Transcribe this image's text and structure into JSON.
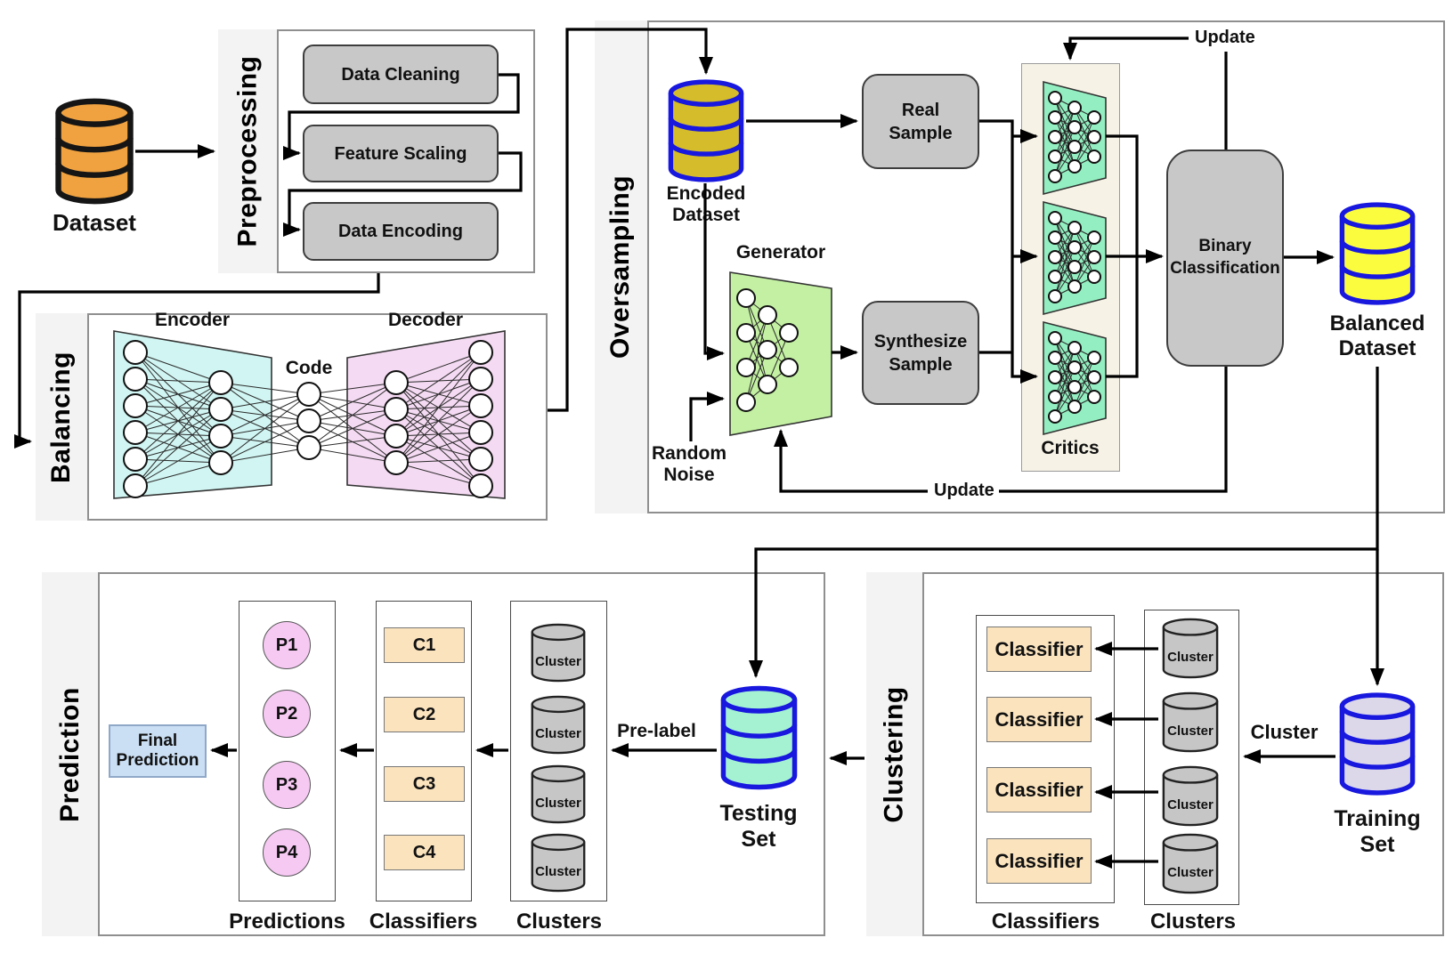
{
  "colors": {
    "dataset_orange": "#F0A240",
    "encoded_gold": "#D4BC2B",
    "balanced_yellow": "#FCFC3F",
    "testing_mint": "#A5F2D2",
    "training_lavender": "#DCD8EA",
    "cylinder_blue_outline": "#1818DF",
    "cluster_gray": "#C6C6C6",
    "process_gray": "#C8C8C8",
    "encoder_cyan": "#D0F5F2",
    "decoder_pink": "#F4DAF2",
    "generator_green": "#C3F0A2",
    "critic_mint": "#93EFC1",
    "critics_panel_cream": "#F6F3E6",
    "classifier_tan": "#FAE3BD",
    "prediction_pink": "#F6C9F3",
    "final_prediction_blue": "#CBDFF4"
  },
  "dataset": {
    "label": "Dataset"
  },
  "preprocessing": {
    "title": "Preprocessing",
    "steps": [
      "Data Cleaning",
      "Feature Scaling",
      "Data Encoding"
    ]
  },
  "balancing": {
    "title": "Balancing",
    "encoder_label": "Encoder",
    "code_label": "Code",
    "decoder_label": "Decoder"
  },
  "oversampling": {
    "title": "Oversampling",
    "encoded_dataset_label": "Encoded Dataset",
    "generator_label": "Generator",
    "random_noise_label": "Random Noise",
    "real_sample_label": "Real Sample",
    "synthesize_sample_label": "Synthesize Sample",
    "critics_label": "Critics",
    "binary_classification_label": "Binary Classification",
    "balanced_dataset_label": "Balanced Dataset",
    "update_top_label": "Update",
    "update_bottom_label": "Update"
  },
  "clustering": {
    "title": "Clustering",
    "classifier_boxes": [
      "Classifier",
      "Classifier",
      "Classifier",
      "Classifier"
    ],
    "cluster_cylinders": [
      "Cluster",
      "Cluster",
      "Cluster",
      "Cluster"
    ],
    "classifiers_caption": "Classifiers",
    "clusters_caption": "Clusters",
    "training_set_label": "Training Set",
    "cluster_arrow_label": "Cluster"
  },
  "prediction": {
    "title": "Prediction",
    "final_prediction_label": "Final Prediction",
    "prediction_circles": [
      "P1",
      "P2",
      "P3",
      "P4"
    ],
    "classifier_boxes": [
      "C1",
      "C2",
      "C3",
      "C4"
    ],
    "cluster_cylinders": [
      "Cluster",
      "Cluster",
      "Cluster",
      "Cluster"
    ],
    "predictions_caption": "Predictions",
    "classifiers_caption": "Classifiers",
    "clusters_caption": "Clusters",
    "testing_set_label": "Testing Set",
    "pre_label_arrow_label": "Pre-label"
  }
}
